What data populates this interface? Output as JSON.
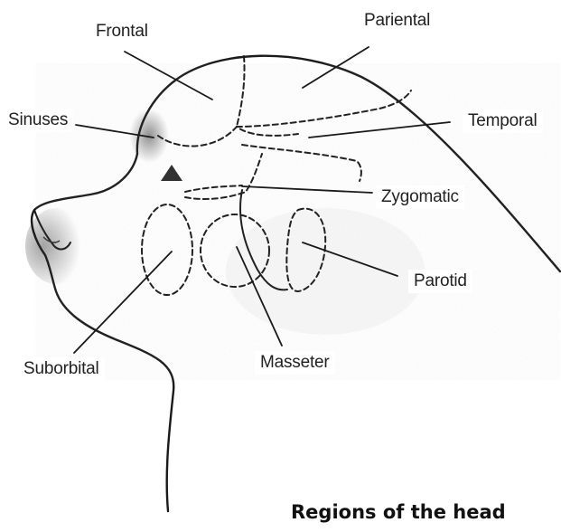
{
  "labels": {
    "frontal": "Frontal",
    "pariental": "Pariental",
    "sinuses": "Sinuses",
    "temporal": "Temporal",
    "zygomatic": "Zygomatic",
    "parotid": "Parotid",
    "suborbital": "Suborbital",
    "masseter": "Masseter"
  },
  "caption": "Regions of the head",
  "colors": {
    "ink": "#1a1a1a",
    "shading": "#9a9a9a"
  }
}
